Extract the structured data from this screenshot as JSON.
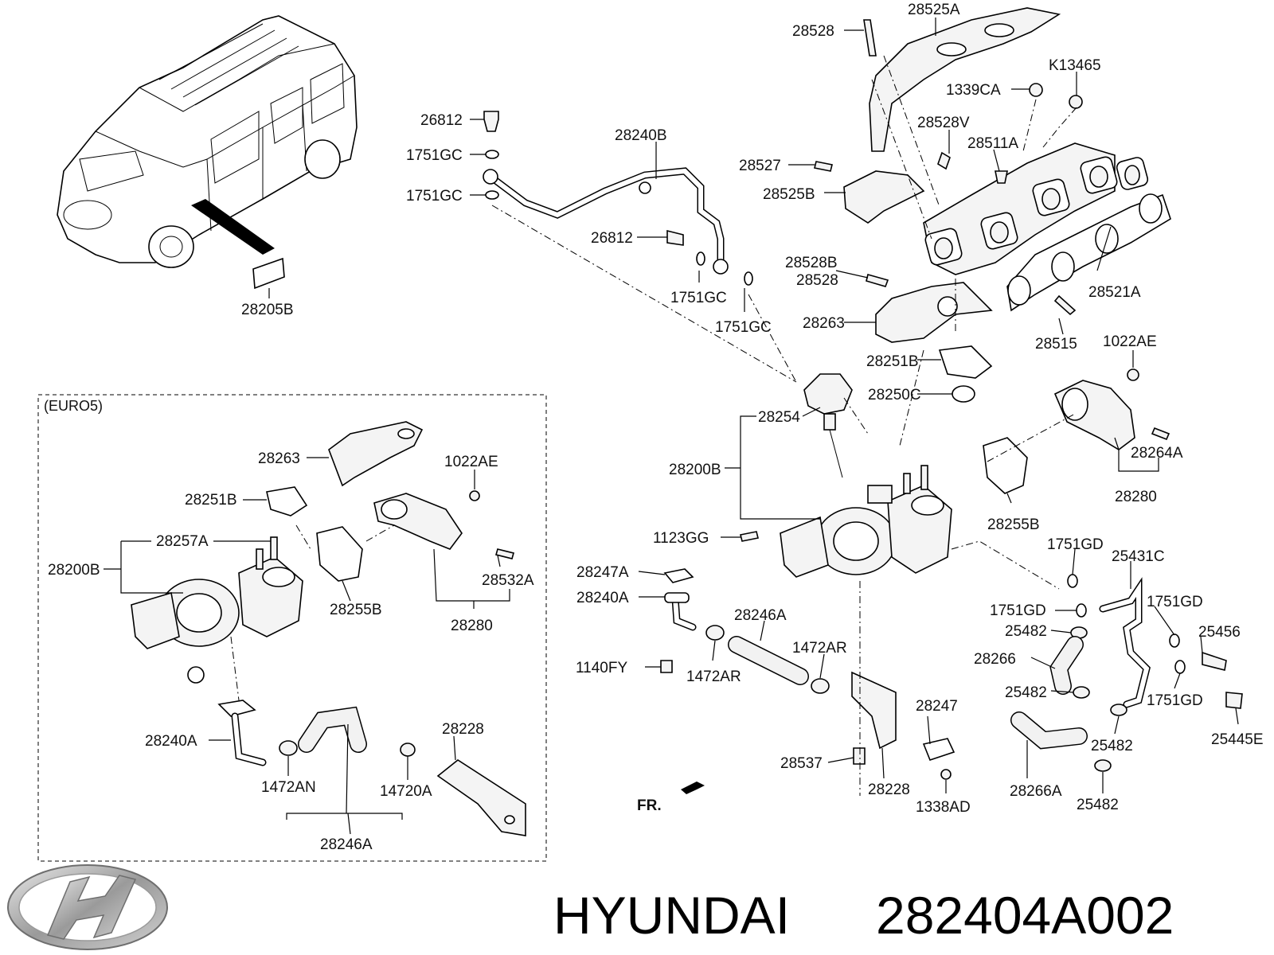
{
  "brand": {
    "name": "HYUNDAI",
    "part_number": "282404A002",
    "logo_icon": "hyundai-logo-icon"
  },
  "inset": {
    "title": "(EURO5)"
  },
  "direction_marker": {
    "label": "FR."
  },
  "labels": {
    "l28528": "28528",
    "l28525A": "28525A",
    "lK13465": "K13465",
    "l1339CA": "1339CA",
    "l26812a": "26812",
    "l28240B": "28240B",
    "l1751GCa": "1751GC",
    "l1751GCb": "1751GC",
    "l28528V": "28528V",
    "l28511A": "28511A",
    "l28527": "28527",
    "l28525B": "28525B",
    "l26812b": "26812",
    "l28528B": "28528B",
    "l28528b": "28528",
    "l1751GCc": "1751GC",
    "l1751GCd": "1751GC",
    "l28521A": "28521A",
    "l28263": "28263",
    "l28515": "28515",
    "l1022AE": "1022AE",
    "l28251B": "28251B",
    "l28250C": "28250C",
    "l28254": "28254",
    "l28264A": "28264A",
    "l28200B": "28200B",
    "l28280": "28280",
    "l28255B": "28255B",
    "l1123GG": "1123GG",
    "l1751GDa": "1751GD",
    "l25431C": "25431C",
    "l28247A": "28247A",
    "l28240A": "28240A",
    "l28246A": "28246A",
    "l1751GDb": "1751GD",
    "l1751GDc": "1751GD",
    "l25482a": "25482",
    "l25456": "25456",
    "l1472ARa": "1472AR",
    "l28266": "28266",
    "l1140FY": "1140FY",
    "l1472ARb": "1472AR",
    "l25482b": "25482",
    "l1751GDd": "1751GD",
    "l28247": "28247",
    "l25445E": "25445E",
    "l25482c": "25482",
    "l28537": "28537",
    "l28228": "28228",
    "l1338AD": "1338AD",
    "l28266A": "28266A",
    "l25482d": "25482",
    "l28205B": "28205B"
  },
  "inset_labels": {
    "e28263": "28263",
    "e1022AE": "1022AE",
    "e28251B": "28251B",
    "e28257A": "28257A",
    "e28200B": "28200B",
    "e28532A": "28532A",
    "e28255B": "28255B",
    "e28280": "28280",
    "e28240A": "28240A",
    "e28228": "28228",
    "e1472AN": "1472AN",
    "e14720A": "14720A",
    "e28246A": "28246A"
  }
}
